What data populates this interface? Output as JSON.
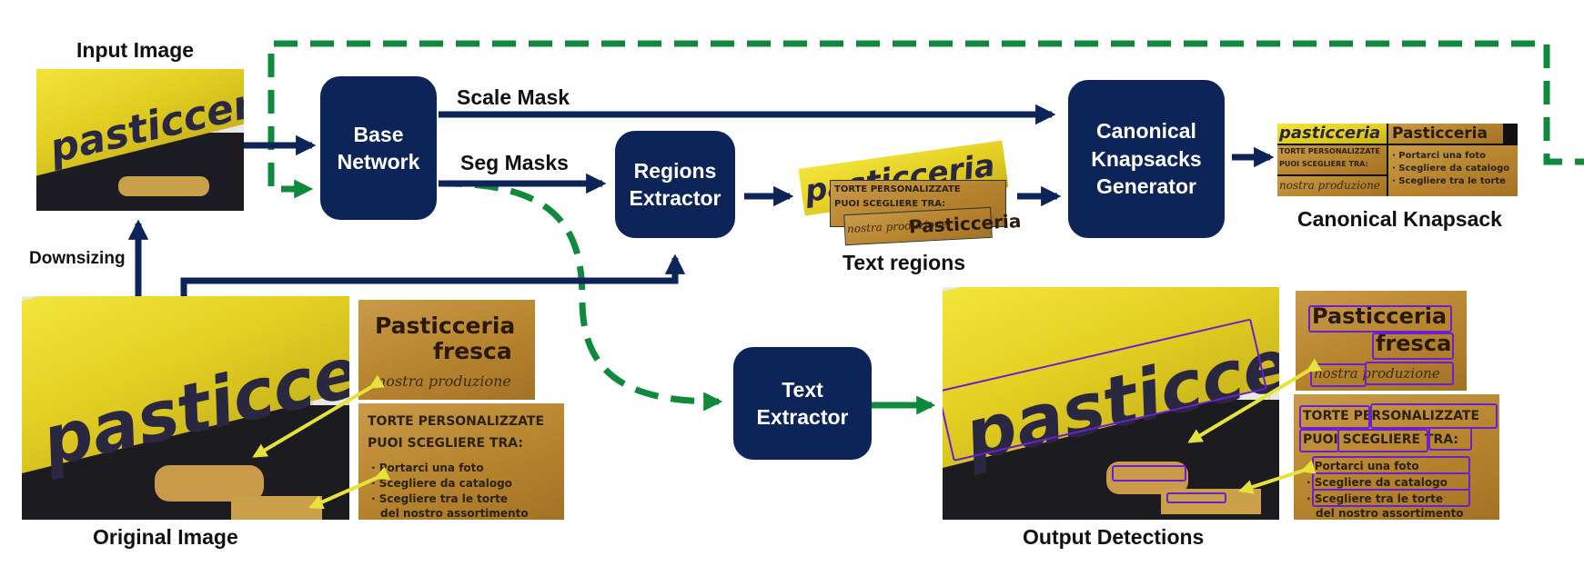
{
  "labels": {
    "input_image": "Input Image",
    "original_image": "Original Image",
    "downsizing": "Downsizing",
    "scale_mask": "Scale Mask",
    "seg_masks": "Seg Masks",
    "text_regions": "Text regions",
    "canonical_knapsack": "Canonical Knapsack",
    "output_detections": "Output Detections"
  },
  "boxes": {
    "base_network": [
      "Base",
      "Network"
    ],
    "regions_extractor": [
      "Regions",
      "Extractor"
    ],
    "canonical_knapsacks_generator": [
      "Canonical",
      "Knapsacks",
      "Generator"
    ],
    "text_extractor": [
      "Text",
      "Extractor"
    ]
  },
  "photo_text": {
    "sign_word": "pasticceria",
    "card_title_1": "Pasticceria",
    "card_title_2": "fresca",
    "card_hand": "nostra produzione",
    "menu_line_1": "TORTE PERSONALIZZATE",
    "menu_line_2": "PUOI SCEGLIERE TRA:",
    "menu_line_3": "· Portarci una foto",
    "menu_line_4": "· Scegliere da catalogo",
    "menu_line_5": "· Scegliere tra le torte",
    "menu_line_6": "del nostro assortimento"
  },
  "colors": {
    "box_fill": "#0d2459",
    "arrow_navy": "#0d2459",
    "arrow_green": "#0f8a3c",
    "arrow_yellow": "#e6e23a",
    "bbox_purple": "#6a1fd1"
  }
}
